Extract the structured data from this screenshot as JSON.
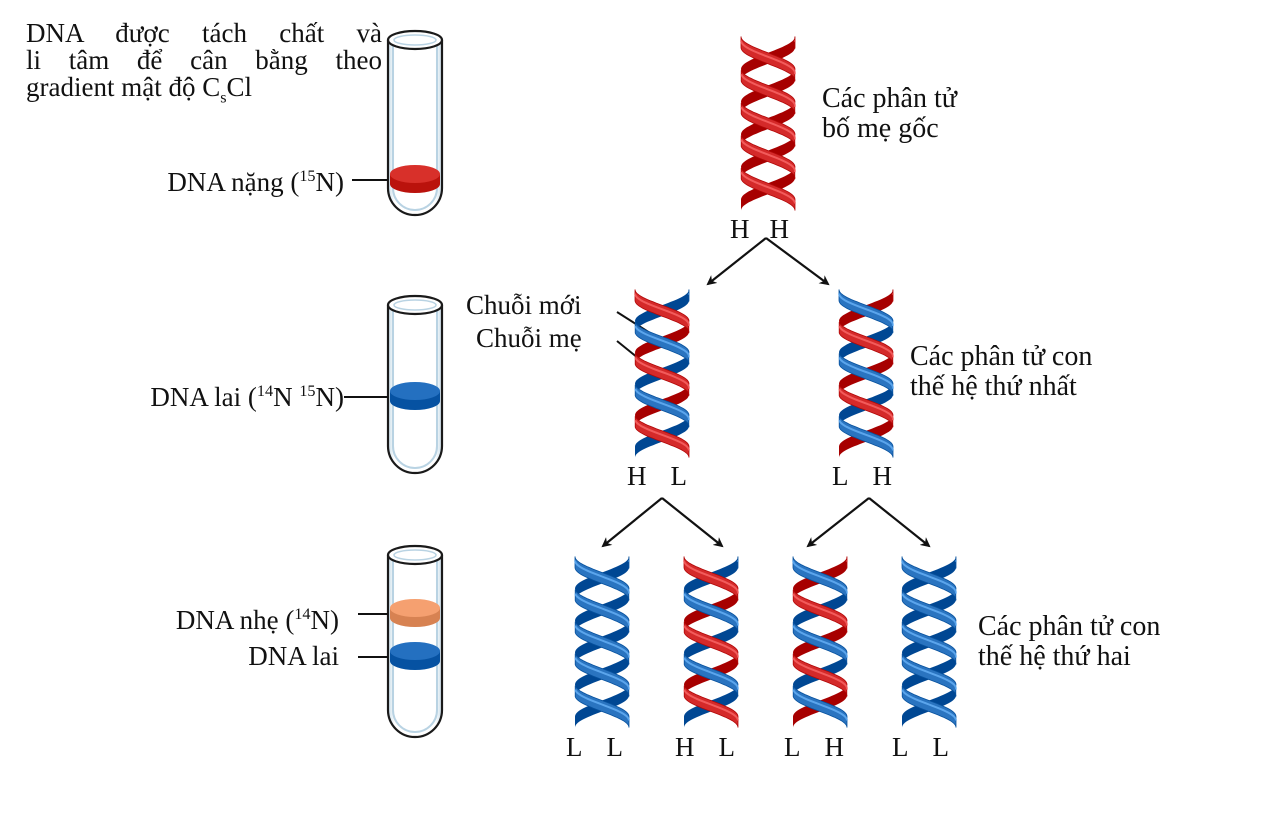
{
  "intro": {
    "line1": "DNA được tách chất và",
    "line2": "li tâm để cân bằng theo",
    "line3_main": "gradient mật độ C",
    "line3_sub": "s",
    "line3_end": "Cl"
  },
  "tubes": [
    {
      "bands": [
        {
          "label_pre": "DNA nặng (",
          "label_sup": "15",
          "label_post": "N)",
          "color": "#d8302a"
        }
      ]
    },
    {
      "bands": [
        {
          "label_pre": "DNA lai (",
          "label_sup": "14",
          "label_mid": "N ",
          "label_sup2": "15",
          "label_post": "N)",
          "color": "#2470c0"
        }
      ]
    },
    {
      "bands": [
        {
          "label_pre": "DNA nhẹ (",
          "label_sup": "14",
          "label_post": "N)",
          "color": "#f5a070"
        },
        {
          "label_pre": "DNA lai",
          "color": "#2470c0"
        }
      ]
    }
  ],
  "generations": [
    {
      "caption_line1": "Các phân tử",
      "caption_line2": "bố mẹ gốc",
      "molecules": [
        {
          "left_strand": "H",
          "right_strand": "H",
          "left_color": "#d42a2a",
          "right_color": "#d42a2a"
        }
      ]
    },
    {
      "caption_line1": "Các phân tử con",
      "caption_line2": "thế hệ thứ nhất",
      "molecules": [
        {
          "left_strand": "H",
          "right_strand": "L",
          "left_color": "#d42a2a",
          "right_color": "#2a74c0"
        },
        {
          "left_strand": "L",
          "right_strand": "H",
          "left_color": "#2a74c0",
          "right_color": "#d42a2a"
        }
      ]
    },
    {
      "caption_line1": "Các phân tử con",
      "caption_line2": "thế hệ thứ hai",
      "molecules": [
        {
          "left_strand": "L",
          "right_strand": "L",
          "left_color": "#2a74c0",
          "right_color": "#2a74c0"
        },
        {
          "left_strand": "H",
          "right_strand": "L",
          "left_color": "#d42a2a",
          "right_color": "#2a74c0"
        },
        {
          "left_strand": "L",
          "right_strand": "H",
          "left_color": "#2a74c0",
          "right_color": "#d42a2a"
        },
        {
          "left_strand": "L",
          "right_strand": "L",
          "left_color": "#2a74c0",
          "right_color": "#2a74c0"
        }
      ]
    }
  ],
  "strand_labels": {
    "new_strand": "Chuỗi mới",
    "parent_strand": "Chuỗi mẹ"
  },
  "colors": {
    "heavy": "#d42a2a",
    "light": "#2a74c0",
    "light_band": "#f5a070",
    "line": "#111111"
  }
}
